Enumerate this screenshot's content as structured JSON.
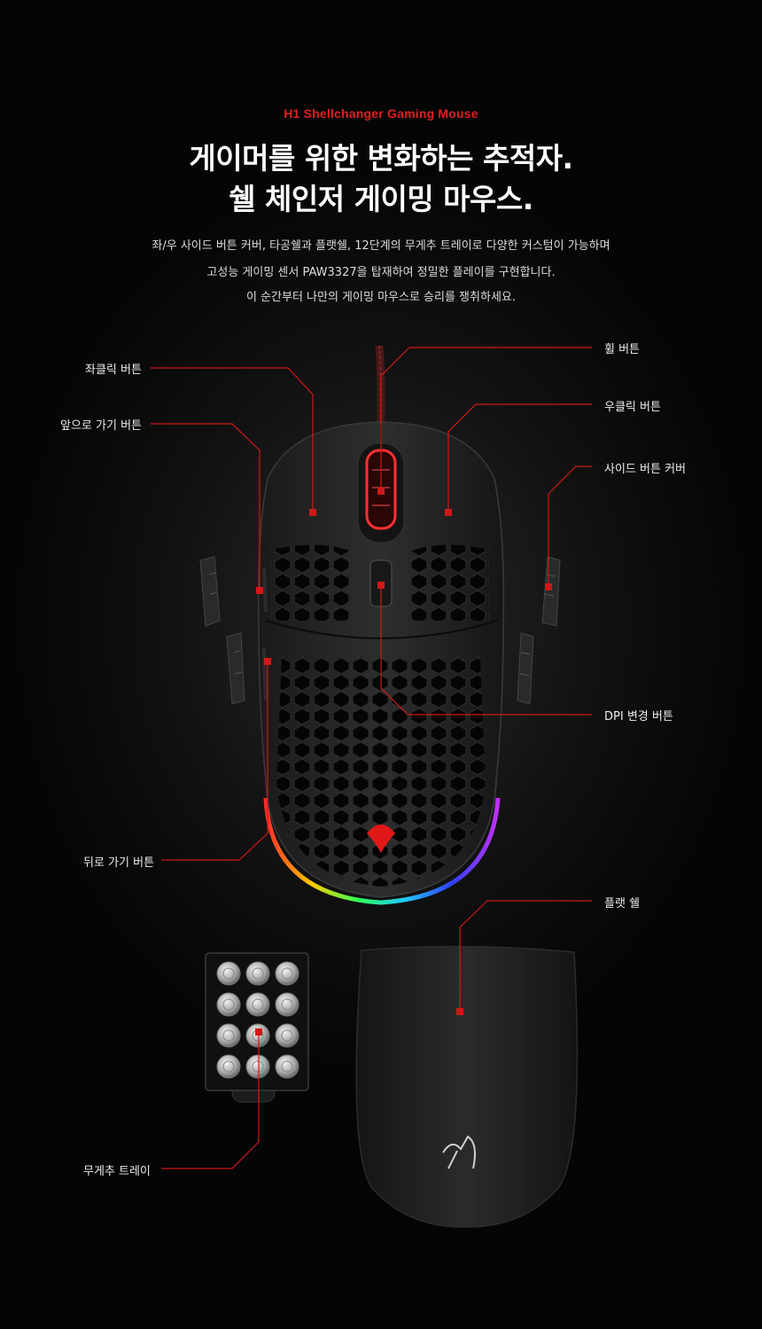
{
  "header": {
    "subtitle": "H1 Shellchanger Gaming Mouse",
    "headline_line1": "게이머를 위한 변화하는 추적자.",
    "headline_line2": "쉘 체인저 게이밍 마우스."
  },
  "description": {
    "line1": "좌/우 사이드 버튼 커버, 타공쉘과 플랫쉘, 12단계의 무게추 트레이로 다양한 커스텀이 가능하며",
    "line2": "고성능 게이밍 센서 PAW3327을 탑재하여 정밀한 플레이를 구현합니다.",
    "line3": "이 순간부터 나만의 게이밍 마우스로 승리를 쟁취하세요."
  },
  "callouts": {
    "left_click": "좌클릭 버튼",
    "forward": "앞으로 가기 버튼",
    "back": "뒤로 가기 버튼",
    "wheel": "휠 버튼",
    "right_click": "우클릭 버튼",
    "side_cover": "사이드 버튼 커버",
    "dpi": "DPI 변경 버튼",
    "flat_shell": "플랫 쉘",
    "weight_tray": "무게추 트레이"
  },
  "colors": {
    "accent_red": "#e02020",
    "callout_line": "#d01818",
    "text": "#ffffff"
  }
}
